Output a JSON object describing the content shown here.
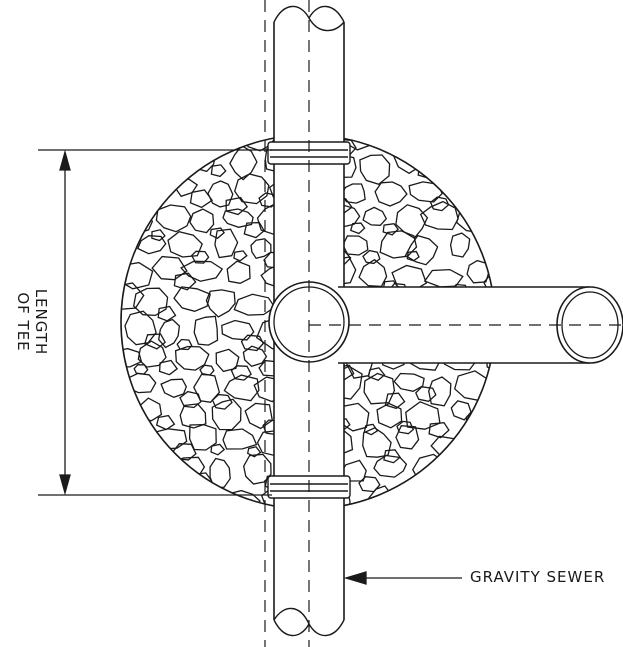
{
  "labels": {
    "length_of_tee_line1": "LENGTH",
    "length_of_tee_line2": "OF TEE",
    "gravity_sewer": "GRAVITY SEWER"
  },
  "colors": {
    "ink": "#1a1a1a",
    "background": "#ffffff"
  }
}
